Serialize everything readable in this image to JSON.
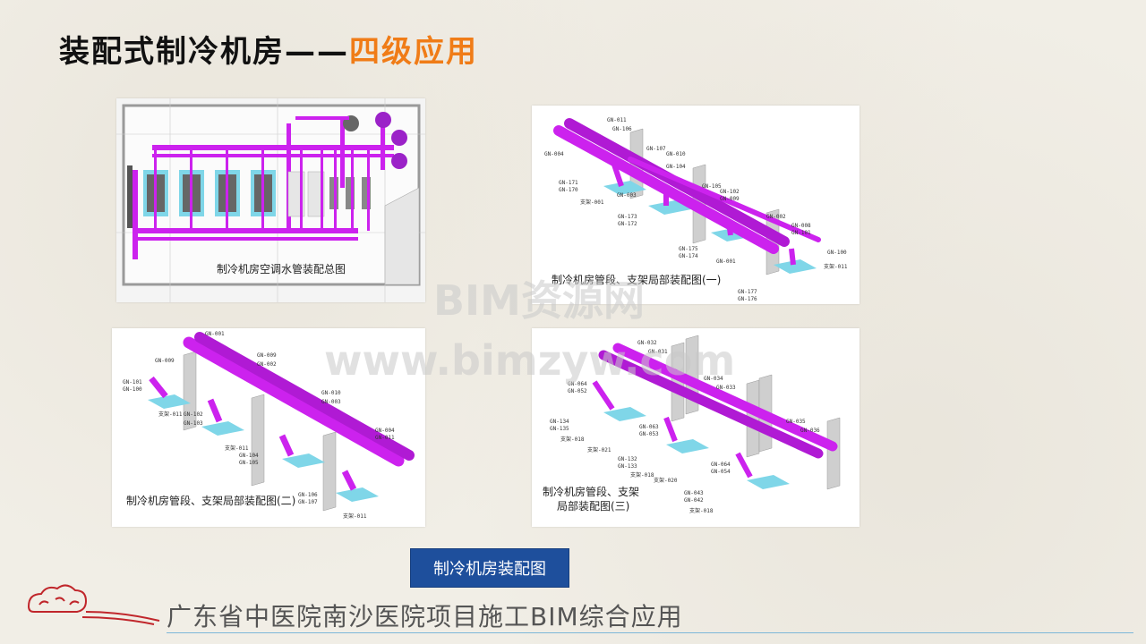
{
  "title": {
    "main": "装配式制冷机房——",
    "accent": "四级应用"
  },
  "panels": [
    {
      "id": "overall",
      "caption": "制冷机房空调水管装配总图"
    },
    {
      "id": "detail1",
      "caption": "制冷机房管段、支架局部装配图(一)"
    },
    {
      "id": "detail2",
      "caption": "制冷机房管段、支架局部装配图(二)"
    },
    {
      "id": "detail3",
      "caption_line1": "制冷机房管段、支架",
      "caption_line2": "局部装配图(三)"
    }
  ],
  "watermark": {
    "line1": "BIM资源网",
    "line2": "www.bimzyw.com"
  },
  "badge": "制冷机房装配图",
  "footer": "广东省中医院南沙医院项目施工BIM综合应用",
  "colors": {
    "accent": "#f07c17",
    "pipe": "#cc22ee",
    "badge": "#1e4f9c",
    "base": "#7fd6e8"
  },
  "icons": {
    "logo": "auspicious-cloud-icon"
  },
  "labels_d1": [
    "GN-011",
    "GN-106",
    "GN-004",
    "GN-107",
    "GN-010",
    "GN-104",
    "GN-171",
    "GN-170",
    "GN-003",
    "支架-001",
    "GN-173",
    "GN-172",
    "GN-105",
    "GN-102",
    "GN-009",
    "GN-002",
    "GN-008",
    "GN-101",
    "GN-100",
    "支架-011",
    "GN-175",
    "GN-174",
    "GN-001",
    "GN-177",
    "GN-176"
  ],
  "labels_d2": [
    "GN-001",
    "GN-009",
    "GN-002",
    "GN-008",
    "GN-101",
    "GN-100",
    "支架-011",
    "GN-102",
    "GN-103",
    "GN-010",
    "GN-003",
    "GN-004",
    "GN-011",
    "GN-104",
    "GN-105",
    "GN-106",
    "GN-107"
  ],
  "labels_d3": [
    "GN-032",
    "GN-031",
    "GN-034",
    "GN-033",
    "GN-064",
    "GN-052",
    "GN-134",
    "GN-135",
    "支架-018",
    "GN-063",
    "GN-053",
    "支架-021",
    "GN-132",
    "GN-133",
    "GN-064",
    "GN-054",
    "GN-035",
    "GN-036",
    "GN-043",
    "GN-042",
    "支架-020"
  ]
}
